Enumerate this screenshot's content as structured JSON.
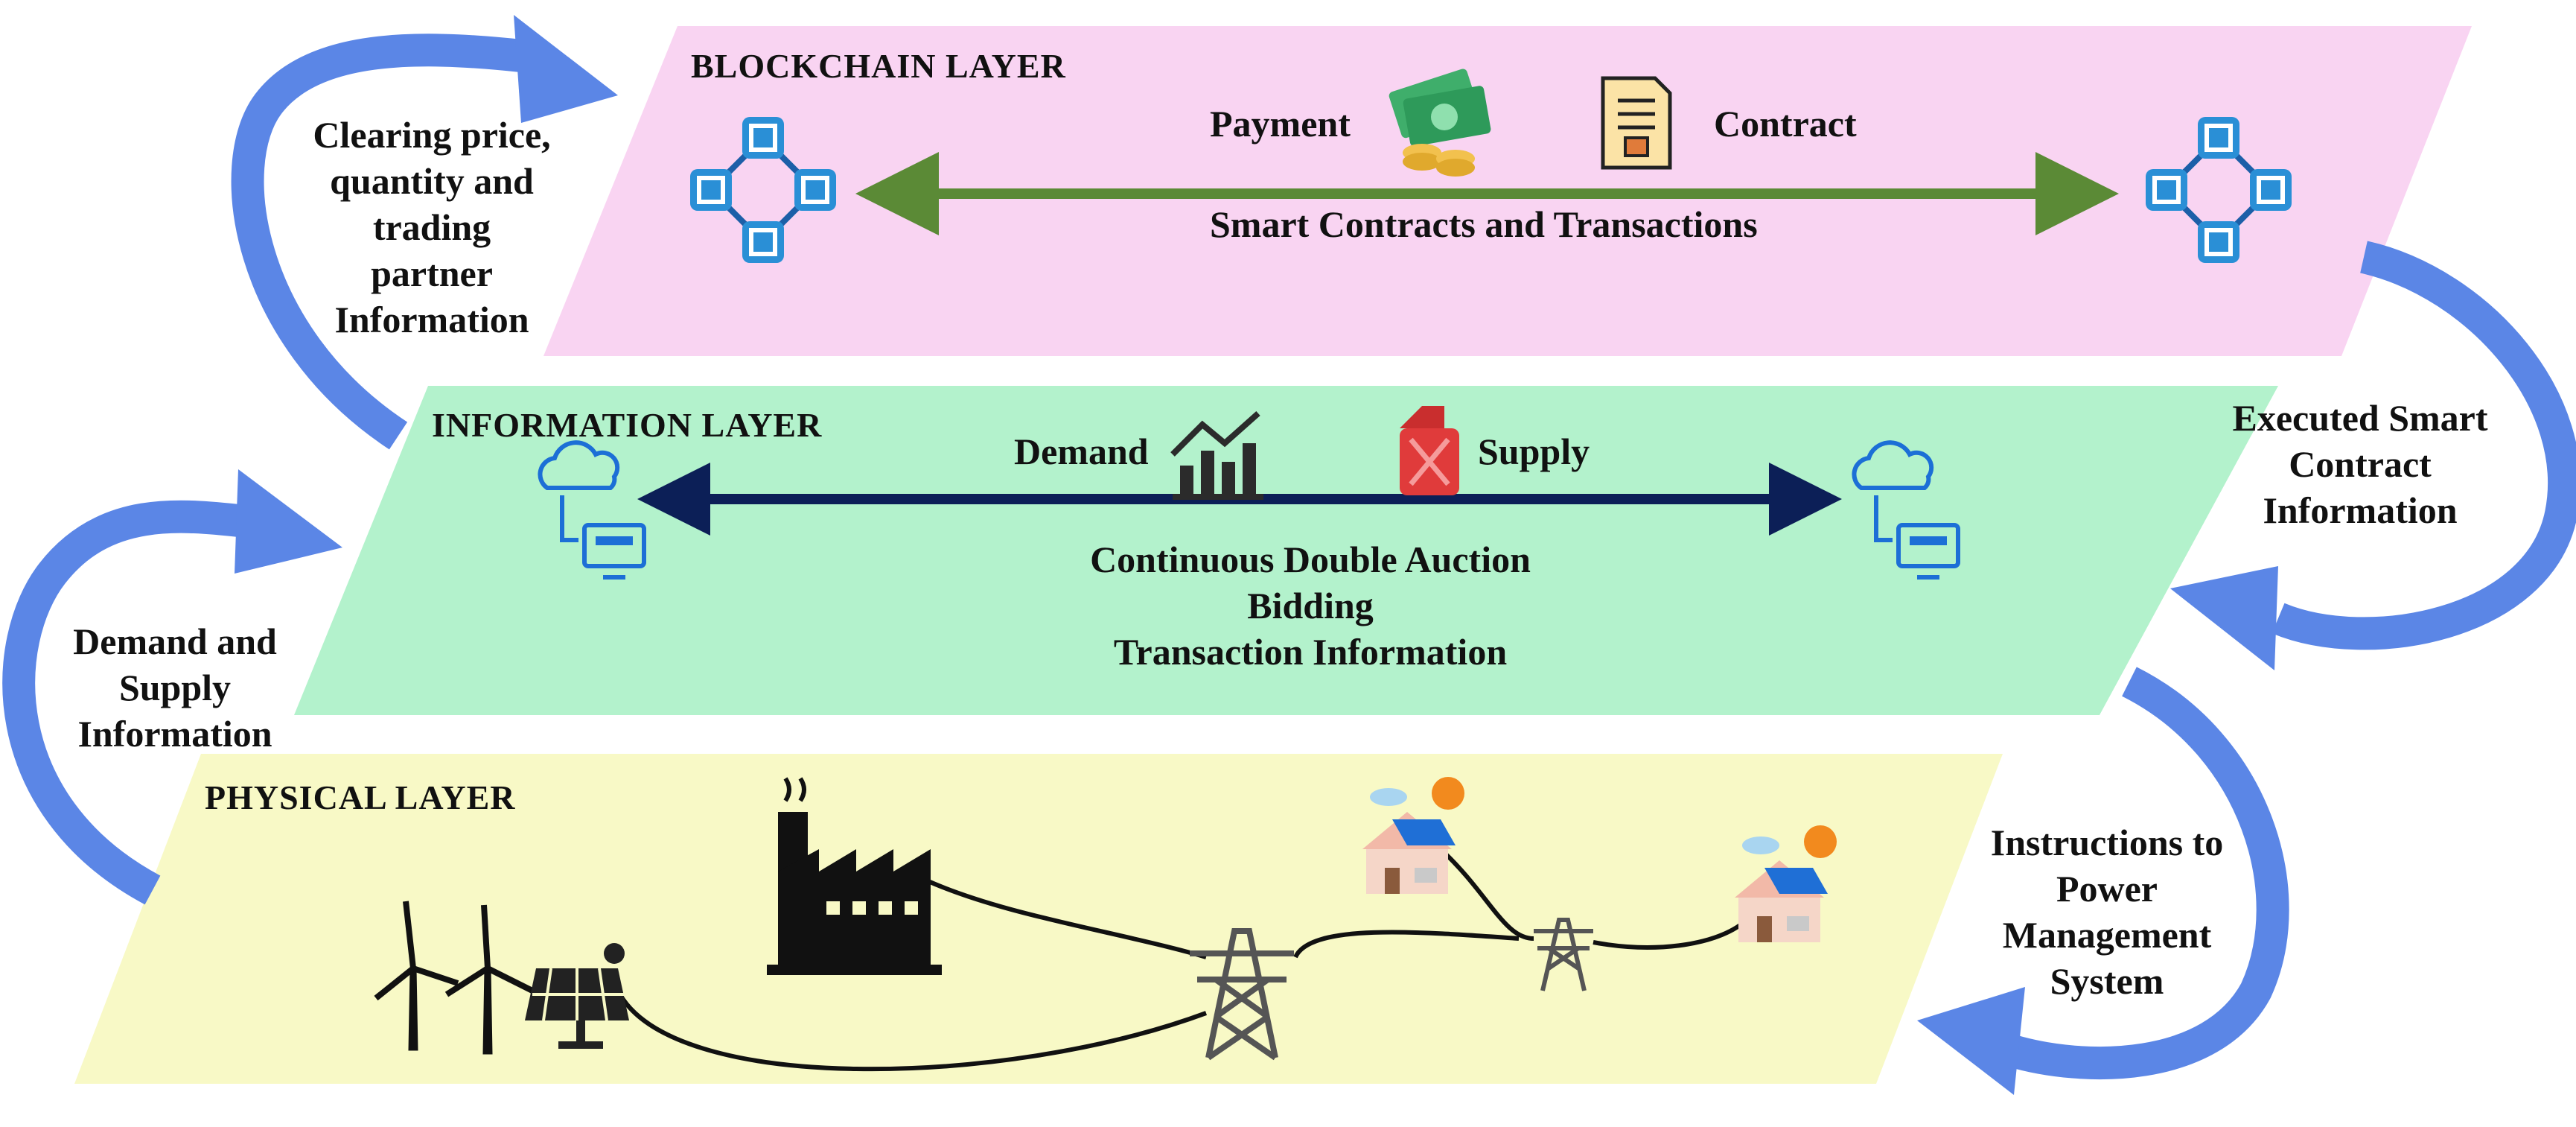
{
  "colors": {
    "blockchain_layer": "#f9d4f2",
    "information_layer": "#b3f2cc",
    "physical_layer": "#f8f9c6",
    "flow_arrow": "#5b86e6",
    "blockchain_arrow": "#5b8a36",
    "information_arrow": "#0c1f57",
    "network_icon": "#2a8fd6",
    "cloud_icon": "#1c6fd6"
  },
  "blockchain_layer": {
    "title": "BLOCKCHAIN LAYER",
    "payment": "Payment",
    "contract": "Contract",
    "caption": "Smart Contracts and Transactions",
    "icons": [
      "blockchain-network-icon",
      "money-icon",
      "contract-document-icon",
      "blockchain-network-icon"
    ]
  },
  "information_layer": {
    "title": "INFORMATION LAYER",
    "demand": "Demand",
    "supply": "Supply",
    "caption_lines": [
      "Continuous Double Auction",
      "Bidding",
      "Transaction Information"
    ],
    "icons": [
      "cloud-computer-icon",
      "bar-chart-trend-icon",
      "fuel-can-icon",
      "cloud-computer-icon"
    ]
  },
  "physical_layer": {
    "title": "PHYSICAL LAYER",
    "icons": [
      "wind-turbine-icon",
      "solar-panel-icon",
      "factory-icon",
      "transmission-tower-icon",
      "solar-house-icon"
    ]
  },
  "flows": {
    "to_blockchain": [
      "Clearing price,",
      "quantity and",
      "trading",
      "partner",
      "Information"
    ],
    "from_blockchain": [
      "Executed Smart",
      "Contract",
      "Information"
    ],
    "to_information": [
      "Demand and",
      "Supply",
      "Information"
    ],
    "to_physical": [
      "Instructions to",
      "Power",
      "Management",
      "System"
    ]
  }
}
